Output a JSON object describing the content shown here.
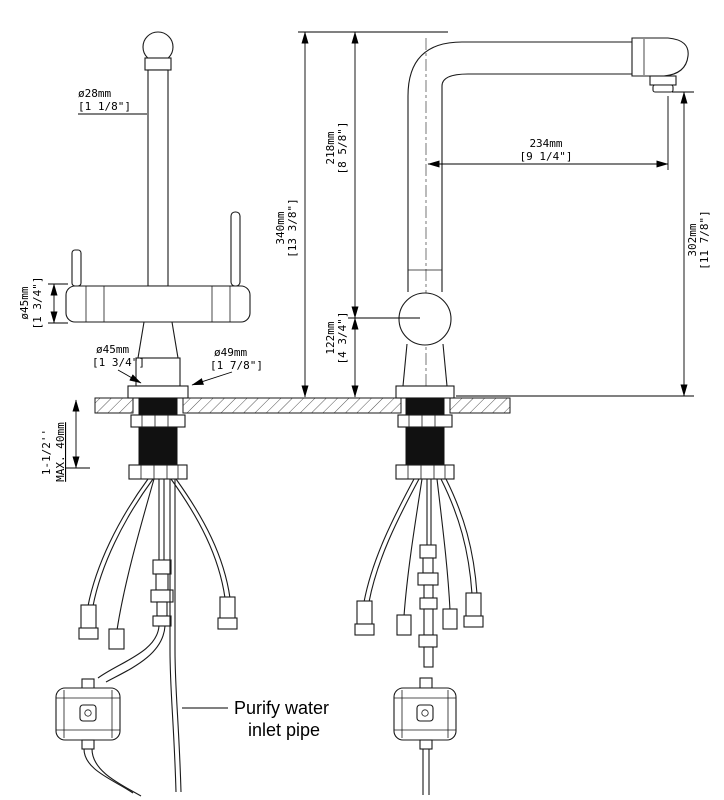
{
  "drawing": {
    "kind": "kitchen faucet installation dimension drawing",
    "views": [
      "front view with filter hoses",
      "side view with pull-out spout"
    ]
  },
  "dims": {
    "d28_mm": "ø28mm",
    "d28_in": "[1 1/8\"]",
    "d45side_mm": "ø45mm",
    "d45side_in": "[1 3/4\"]",
    "d45base_mm": "ø45mm",
    "d45base_in": "[1 3/4\"]",
    "d49_mm": "ø49mm",
    "d49_in": "[1 7/8\"]",
    "deck_line1": "1-1/2''",
    "deck_line2": "MAX. 40mm",
    "h340_mm": "340mm",
    "h340_in": "[13 3/8\"]",
    "h218_mm": "218mm",
    "h218_in": "[8 5/8\"]",
    "h122_mm": "122mm",
    "h122_in": "[4 3/4\"]",
    "w234_mm": "234mm",
    "w234_in": "[9 1/4\"]",
    "h302_mm": "302mm",
    "h302_in": "[11 7/8\"]"
  },
  "callout": {
    "line1": "Purify water",
    "line2": "inlet pipe"
  },
  "colors": {
    "line": "#1a1a1a",
    "dim": "#000000",
    "background": "#ffffff"
  }
}
